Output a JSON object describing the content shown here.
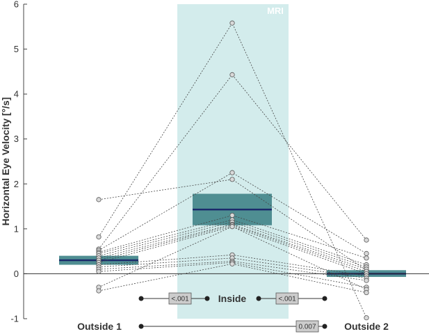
{
  "chart_data": {
    "type": "box-with-paired-points",
    "ylabel": "Horizontal Eye Velocity [°/s]",
    "ylim": [
      -1,
      6
    ],
    "yticks": [
      -1,
      0,
      1,
      2,
      3,
      4,
      5,
      6
    ],
    "region_label": "MRI",
    "region_category_index": 1,
    "categories": [
      "Outside 1",
      "Inside",
      "Outside 2"
    ],
    "boxes": [
      {
        "category": "Outside 1",
        "q1": 0.2,
        "median": 0.3,
        "q3": 0.4
      },
      {
        "category": "Inside",
        "q1": 1.08,
        "median": 1.43,
        "q3": 1.78
      },
      {
        "category": "Outside 2",
        "q1": -0.07,
        "median": 0.0,
        "q3": 0.08
      }
    ],
    "subjects": [
      [
        1.65,
        2.1,
        0.08
      ],
      [
        0.82,
        5.58,
        -0.98
      ],
      [
        0.55,
        4.43,
        0.75
      ],
      [
        0.52,
        2.25,
        0.45
      ],
      [
        0.48,
        1.3,
        0.35
      ],
      [
        0.45,
        1.2,
        0.2
      ],
      [
        0.4,
        1.15,
        0.15
      ],
      [
        0.35,
        1.1,
        0.1
      ],
      [
        0.3,
        1.08,
        0.05
      ],
      [
        0.25,
        1.05,
        0.0
      ],
      [
        0.2,
        0.42,
        -0.05
      ],
      [
        0.15,
        0.35,
        -0.1
      ],
      [
        0.1,
        0.28,
        -0.15
      ],
      [
        0.05,
        0.25,
        -0.3
      ],
      [
        -0.3,
        1.05,
        -0.35
      ],
      [
        -0.38,
        0.22,
        -0.42
      ]
    ],
    "comparisons": [
      {
        "from": "Outside 1",
        "to": "Inside",
        "p": "<.001"
      },
      {
        "from": "Inside",
        "to": "Outside 2",
        "p": "<.001"
      },
      {
        "from": "Outside 1",
        "to": "Outside 2",
        "p": "0.007"
      }
    ],
    "colors": {
      "region": "#d3ecec",
      "box": "#4f8e92",
      "median": "#1b2a6b",
      "point_fill": "#d9d9d9",
      "point_stroke": "#555555",
      "line": "#444444",
      "pbox": "#cccccc"
    }
  }
}
